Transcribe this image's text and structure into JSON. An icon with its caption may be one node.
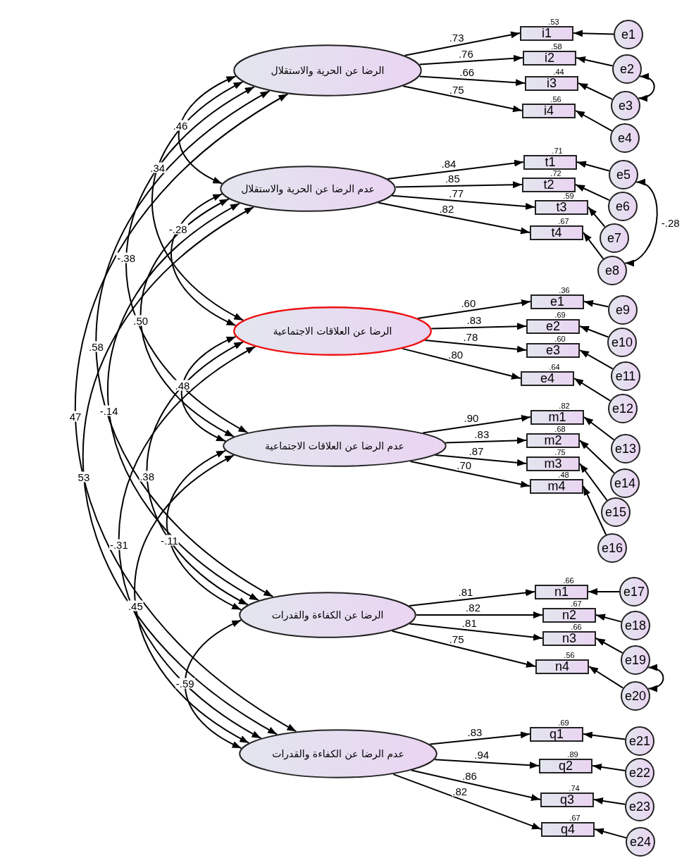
{
  "diagram": {
    "nodes": [
      {
        "text": [
          "الرضا عن الحرية والاستقلال"
        ]
      },
      {
        "text": [
          "عدم الرضا عن الحرية والاستقلال"
        ]
      },
      {
        "text": [
          "الرضا عن العلاقات الاجتماعية"
        ]
      },
      {
        "text": [
          "عدم الرضا عن العلاقات الاجتماعية"
        ]
      },
      {
        "text": [
          "الرضا عن الكفاءة والقدرات"
        ]
      },
      {
        "text": [
          "عدم الرضا عن الكفاءة والقدرات"
        ]
      },
      {
        "text": [
          "i1"
        ],
        "beside": [
          ".53"
        ]
      },
      {
        "text": [
          "i2"
        ],
        "beside": [
          ".58"
        ]
      },
      {
        "text": [
          "i3"
        ],
        "beside": [
          ".44"
        ]
      },
      {
        "text": [
          "i4"
        ],
        "beside": [
          ".56"
        ]
      },
      {
        "text": [
          "t1"
        ],
        "beside": [
          ".71"
        ]
      },
      {
        "text": [
          "t2"
        ],
        "beside": [
          ".72"
        ]
      },
      {
        "text": [
          "t3"
        ],
        "beside": [
          ".59"
        ]
      },
      {
        "text": [
          "t4"
        ],
        "beside": [
          ".67"
        ]
      },
      {
        "text": [
          "e1"
        ],
        "beside": [
          ".36"
        ]
      },
      {
        "text": [
          "e2"
        ],
        "beside": [
          ".69"
        ]
      },
      {
        "text": [
          "e3"
        ],
        "beside": [
          ".60"
        ]
      },
      {
        "text": [
          "e4"
        ],
        "beside": [
          ".64"
        ]
      },
      {
        "text": [
          "m1"
        ],
        "beside": [
          ".82"
        ]
      },
      {
        "text": [
          "m2"
        ],
        "beside": [
          ".68"
        ]
      },
      {
        "text": [
          "m3"
        ],
        "beside": [
          ".75"
        ]
      },
      {
        "text": [
          "m4"
        ],
        "beside": [
          ".48"
        ]
      },
      {
        "text": [
          "n1"
        ],
        "beside": [
          ".66"
        ]
      },
      {
        "text": [
          "n2"
        ],
        "beside": [
          ".67"
        ]
      },
      {
        "text": [
          "n3"
        ],
        "beside": [
          ".66"
        ]
      },
      {
        "text": [
          "n4"
        ],
        "beside": [
          ".56"
        ]
      },
      {
        "text": [
          "q1"
        ],
        "beside": [
          ".69"
        ]
      },
      {
        "text": [
          "q2"
        ],
        "beside": [
          ".89"
        ]
      },
      {
        "text": [
          "q3"
        ],
        "beside": [
          ".74"
        ]
      },
      {
        "text": [
          "q4"
        ],
        "beside": [
          ".67"
        ]
      },
      {
        "text": [
          "e1"
        ]
      },
      {
        "text": [
          "e2"
        ]
      },
      {
        "text": [
          "e3"
        ]
      },
      {
        "text": [
          "e4"
        ]
      },
      {
        "text": [
          "e5"
        ]
      },
      {
        "text": [
          "e6"
        ]
      },
      {
        "text": [
          "e7"
        ]
      },
      {
        "text": [
          "e8"
        ]
      },
      {
        "text": [
          "e9"
        ]
      },
      {
        "text": [
          "e10"
        ]
      },
      {
        "text": [
          "e11"
        ]
      },
      {
        "text": [
          "e12"
        ]
      },
      {
        "text": [
          "e13"
        ]
      },
      {
        "text": [
          "e14"
        ]
      },
      {
        "text": [
          "e15"
        ]
      },
      {
        "text": [
          "e16"
        ]
      },
      {
        "text": [
          "e17"
        ]
      },
      {
        "text": [
          "e18"
        ]
      },
      {
        "text": [
          "e19"
        ]
      },
      {
        "text": [
          "e20"
        ]
      },
      {
        "text": [
          "e21"
        ]
      },
      {
        "text": [
          "e22"
        ]
      },
      {
        "text": [
          "e23"
        ]
      },
      {
        "text": [
          "e24"
        ]
      }
    ],
    "edges": [
      {
        "from": 0,
        "to": 6,
        "arrow": "to",
        "label": ".73"
      },
      {
        "from": 0,
        "to": 7,
        "arrow": "to",
        "label": ".76"
      },
      {
        "from": 0,
        "to": 8,
        "arrow": "to",
        "label": ".66"
      },
      {
        "from": 0,
        "to": 9,
        "arrow": "to",
        "label": ".75"
      },
      {
        "from": 1,
        "to": 10,
        "arrow": "to",
        "label": ".84"
      },
      {
        "from": 1,
        "to": 11,
        "arrow": "to",
        "label": ".85"
      },
      {
        "from": 1,
        "to": 12,
        "arrow": "to",
        "label": ".77"
      },
      {
        "from": 1,
        "to": 13,
        "arrow": "to",
        "label": ".82"
      },
      {
        "from": 2,
        "to": 14,
        "arrow": "to",
        "label": ".60"
      },
      {
        "from": 2,
        "to": 15,
        "arrow": "to",
        "label": ".83"
      },
      {
        "from": 2,
        "to": 16,
        "arrow": "to",
        "label": ".78"
      },
      {
        "from": 2,
        "to": 17,
        "arrow": "to",
        "label": ".80"
      },
      {
        "from": 3,
        "to": 18,
        "arrow": "to",
        "label": ".90"
      },
      {
        "from": 3,
        "to": 19,
        "arrow": "to",
        "label": ".83"
      },
      {
        "from": 3,
        "to": 20,
        "arrow": "to",
        "label": ".87"
      },
      {
        "from": 3,
        "to": 21,
        "arrow": "to",
        "label": ".70"
      },
      {
        "from": 4,
        "to": 22,
        "arrow": "to",
        "label": ".81"
      },
      {
        "from": 4,
        "to": 23,
        "arrow": "to",
        "label": ".82"
      },
      {
        "from": 4,
        "to": 24,
        "arrow": "to",
        "label": ".81"
      },
      {
        "from": 4,
        "to": 25,
        "arrow": "to",
        "label": ".75"
      },
      {
        "from": 5,
        "to": 26,
        "arrow": "to",
        "label": ".83"
      },
      {
        "from": 5,
        "to": 27,
        "arrow": "to",
        "label": ".94"
      },
      {
        "from": 5,
        "to": 28,
        "arrow": "to",
        "label": ".86"
      },
      {
        "from": 5,
        "to": 29,
        "arrow": "to",
        "label": ".82"
      },
      {
        "from": 30,
        "to": 6,
        "arrow": "to"
      },
      {
        "from": 31,
        "to": 7,
        "arrow": "to"
      },
      {
        "from": 32,
        "to": 8,
        "arrow": "to"
      },
      {
        "from": 33,
        "to": 9,
        "arrow": "to"
      },
      {
        "from": 34,
        "to": 10,
        "arrow": "to"
      },
      {
        "from": 35,
        "to": 11,
        "arrow": "to"
      },
      {
        "from": 36,
        "to": 12,
        "arrow": "to"
      },
      {
        "from": 37,
        "to": 13,
        "arrow": "to"
      },
      {
        "from": 38,
        "to": 14,
        "arrow": "to"
      },
      {
        "from": 39,
        "to": 15,
        "arrow": "to"
      },
      {
        "from": 40,
        "to": 16,
        "arrow": "to"
      },
      {
        "from": 41,
        "to": 17,
        "arrow": "to"
      },
      {
        "from": 42,
        "to": 18,
        "arrow": "to"
      },
      {
        "from": 43,
        "to": 19,
        "arrow": "to"
      },
      {
        "from": 44,
        "to": 20,
        "arrow": "to"
      },
      {
        "from": 45,
        "to": 21,
        "arrow": "to"
      },
      {
        "from": 46,
        "to": 22,
        "arrow": "to"
      },
      {
        "from": 47,
        "to": 23,
        "arrow": "to"
      },
      {
        "from": 48,
        "to": 24,
        "arrow": "to"
      },
      {
        "from": 49,
        "to": 25,
        "arrow": "to"
      },
      {
        "from": 50,
        "to": 26,
        "arrow": "to"
      },
      {
        "from": 51,
        "to": 27,
        "arrow": "to"
      },
      {
        "from": 52,
        "to": 28,
        "arrow": "to"
      },
      {
        "from": 53,
        "to": 29,
        "arrow": "to"
      },
      {
        "from": 0,
        "to": 1,
        "arrow": "both",
        "label": ".46"
      },
      {
        "from": 0,
        "to": 2,
        "arrow": "both",
        "label": ".34"
      },
      {
        "from": 0,
        "to": 3,
        "arrow": "both",
        "label": "-.38"
      },
      {
        "from": 0,
        "to": 4,
        "arrow": "both",
        "label": ".58"
      },
      {
        "from": 0,
        "to": 5,
        "arrow": "both",
        "label": "47"
      },
      {
        "from": 1,
        "to": 2,
        "arrow": "both",
        "label": "-.28"
      },
      {
        "from": 1,
        "to": 3,
        "arrow": "both",
        "label": ".50"
      },
      {
        "from": 1,
        "to": 4,
        "arrow": "both",
        "label": "-.14"
      },
      {
        "from": 1,
        "to": 5,
        "arrow": "both",
        "label": "53"
      },
      {
        "from": 2,
        "to": 3,
        "arrow": "both",
        "label": ".48"
      },
      {
        "from": 2,
        "to": 4,
        "arrow": "both",
        "label": ".38"
      },
      {
        "from": 2,
        "to": 5,
        "arrow": "both",
        "label": "-.31"
      },
      {
        "from": 3,
        "to": 4,
        "arrow": "both",
        "label": "-.11"
      },
      {
        "from": 3,
        "to": 5,
        "arrow": "both",
        "label": ".45"
      },
      {
        "from": 4,
        "to": 5,
        "arrow": "both",
        "label": "-.59"
      },
      {
        "from": 31,
        "to": 32,
        "arrow": "both"
      },
      {
        "from": 34,
        "to": 37,
        "arrow": "both",
        "label": "-.28"
      },
      {
        "from": 48,
        "to": 49,
        "arrow": "both"
      }
    ]
  }
}
